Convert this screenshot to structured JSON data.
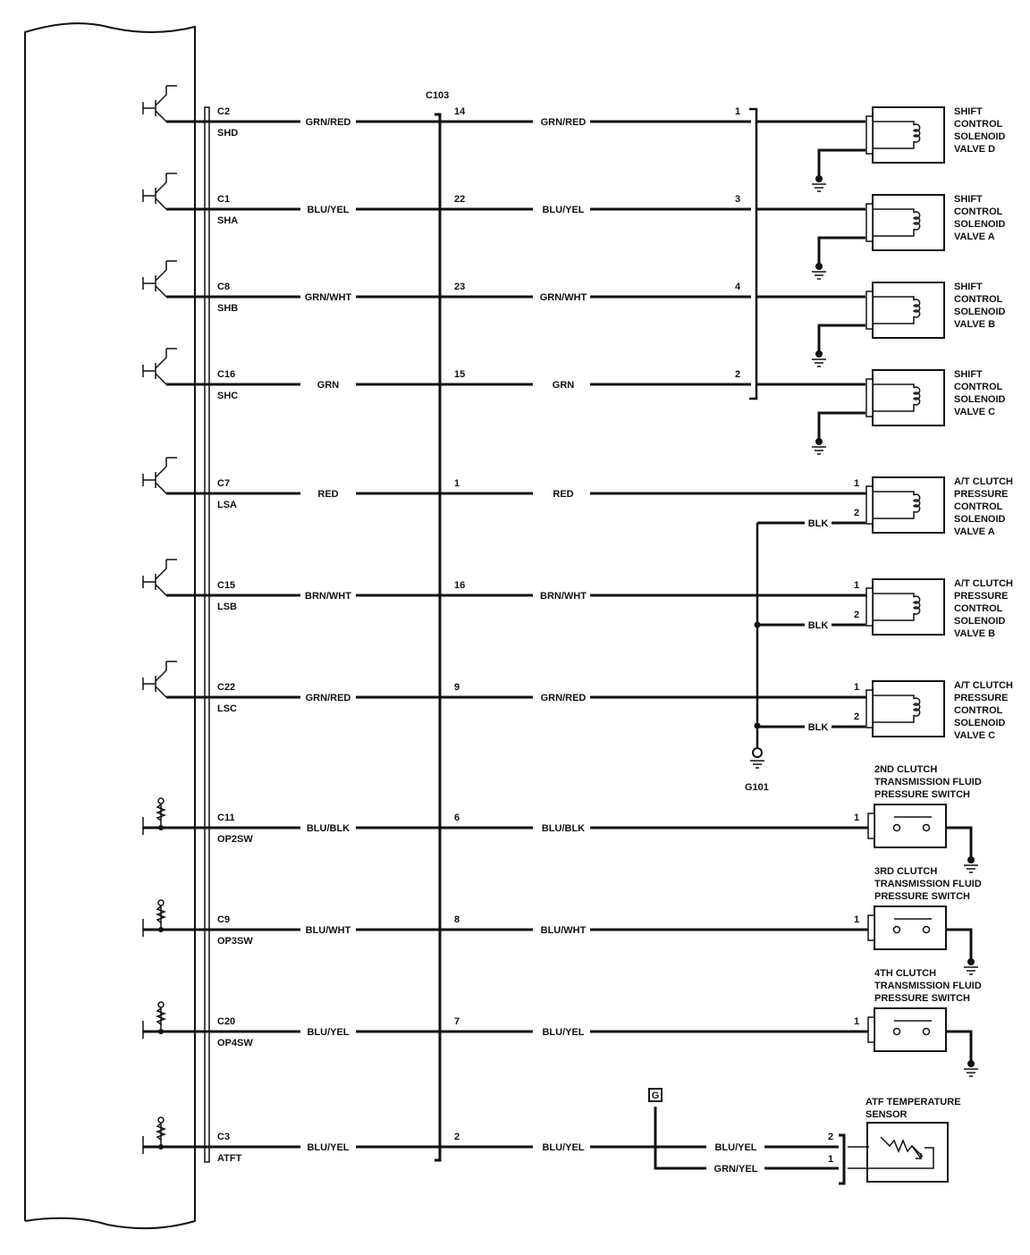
{
  "connector_label": "C103",
  "ground_label": "G101",
  "junction_label": "G",
  "circuits": [
    {
      "pin": "C2",
      "signal": "SHD",
      "wire_left": "GRN/RED",
      "c103_pin": "14",
      "wire_right": "GRN/RED",
      "comp_pin": "1",
      "type": "sol"
    },
    {
      "pin": "C1",
      "signal": "SHA",
      "wire_left": "BLU/YEL",
      "c103_pin": "22",
      "wire_right": "BLU/YEL",
      "comp_pin": "3",
      "type": "sol"
    },
    {
      "pin": "C8",
      "signal": "SHB",
      "wire_left": "GRN/WHT",
      "c103_pin": "23",
      "wire_right": "GRN/WHT",
      "comp_pin": "4",
      "type": "sol"
    },
    {
      "pin": "C16",
      "signal": "SHC",
      "wire_left": "GRN",
      "c103_pin": "15",
      "wire_right": "GRN",
      "comp_pin": "2",
      "type": "sol"
    },
    {
      "pin": "C7",
      "signal": "LSA",
      "wire_left": "RED",
      "c103_pin": "1",
      "wire_right": "RED",
      "comp_pin": "1",
      "type": "lin"
    },
    {
      "pin": "C15",
      "signal": "LSB",
      "wire_left": "BRN/WHT",
      "c103_pin": "16",
      "wire_right": "BRN/WHT",
      "comp_pin": "1",
      "type": "lin"
    },
    {
      "pin": "C22",
      "signal": "LSC",
      "wire_left": "GRN/RED",
      "c103_pin": "9",
      "wire_right": "GRN/RED",
      "comp_pin": "1",
      "type": "lin"
    },
    {
      "pin": "C11",
      "signal": "OP2SW",
      "wire_left": "BLU/BLK",
      "c103_pin": "6",
      "wire_right": "BLU/BLK",
      "comp_pin": "1",
      "type": "sw"
    },
    {
      "pin": "C9",
      "signal": "OP3SW",
      "wire_left": "BLU/WHT",
      "c103_pin": "8",
      "wire_right": "BLU/WHT",
      "comp_pin": "1",
      "type": "sw"
    },
    {
      "pin": "C20",
      "signal": "OP4SW",
      "wire_left": "BLU/YEL",
      "c103_pin": "7",
      "wire_right": "BLU/YEL",
      "comp_pin": "1",
      "type": "sw"
    },
    {
      "pin": "C3",
      "signal": "ATFT",
      "wire_left": "BLU/YEL",
      "c103_pin": "2",
      "wire_right": "BLU/YEL",
      "comp_pin": "",
      "type": "atf"
    }
  ],
  "components": [
    {
      "lines": [
        "SHIFT",
        "CONTROL",
        "SOLENOID",
        "VALVE D"
      ]
    },
    {
      "lines": [
        "SHIFT",
        "CONTROL",
        "SOLENOID",
        "VALVE A"
      ]
    },
    {
      "lines": [
        "SHIFT",
        "CONTROL",
        "SOLENOID",
        "VALVE B"
      ]
    },
    {
      "lines": [
        "SHIFT",
        "CONTROL",
        "SOLENOID",
        "VALVE C"
      ]
    },
    {
      "lines": [
        "A/T CLUTCH",
        "PRESSURE",
        "CONTROL",
        "SOLENOID",
        "VALVE A"
      ],
      "pin2": "2",
      "gnd_wire": "BLK"
    },
    {
      "lines": [
        "A/T CLUTCH",
        "PRESSURE",
        "CONTROL",
        "SOLENOID",
        "VALVE B"
      ],
      "pin2": "2",
      "gnd_wire": "BLK"
    },
    {
      "lines": [
        "A/T CLUTCH",
        "PRESSURE",
        "CONTROL",
        "SOLENOID",
        "VALVE C"
      ],
      "pin2": "2",
      "gnd_wire": "BLK"
    },
    {
      "lines": [
        "2ND CLUTCH",
        "TRANSMISSION FLUID",
        "PRESSURE SWITCH"
      ]
    },
    {
      "lines": [
        "3RD CLUTCH",
        "TRANSMISSION FLUID",
        "PRESSURE SWITCH"
      ]
    },
    {
      "lines": [
        "4TH CLUTCH",
        "TRANSMISSION FLUID",
        "PRESSURE SWITCH"
      ]
    },
    {
      "lines": [
        "ATF TEMPERATURE",
        "SENSOR"
      ],
      "pins": [
        "2",
        "1"
      ],
      "wires": [
        "BLU/YEL",
        "GRN/YEL"
      ]
    }
  ]
}
